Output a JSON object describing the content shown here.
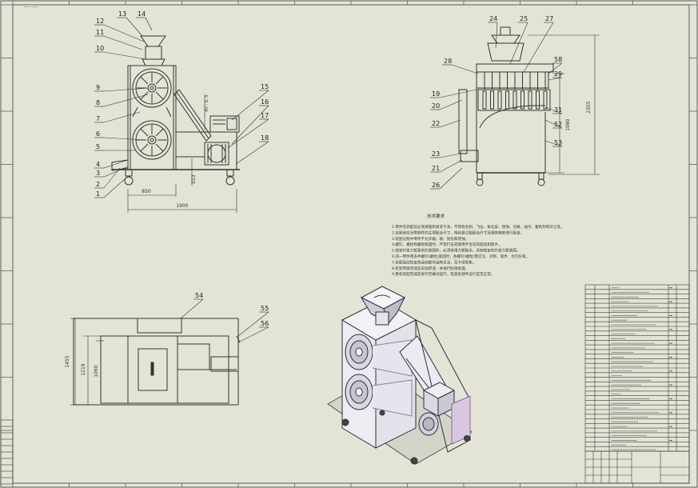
{
  "sheet": {
    "background": "#e4e4d6",
    "line_color": "#3a3a3a",
    "header_stamp": "—— ——"
  },
  "front_view": {
    "balloons": [
      "13",
      "14",
      "12",
      "11",
      "10",
      "9",
      "8",
      "7",
      "6",
      "5",
      "4",
      "3",
      "2",
      "1",
      "15",
      "16",
      "17",
      "18"
    ],
    "dim_width": "850",
    "dim_overall": "1900",
    "dim_height_small": "553",
    "dim_vertical": "45°, 6, 5"
  },
  "side_view": {
    "balloons": [
      "24",
      "25",
      "27",
      "28",
      "58",
      "19",
      "29",
      "20",
      "31",
      "22",
      "52",
      "53",
      "23",
      "21",
      "26"
    ],
    "dim_height": "1980",
    "dim_total": "2355"
  },
  "top_view": {
    "balloons": [
      "54",
      "55",
      "56"
    ],
    "dim_depth": "1455",
    "dim_inner_a": "1219",
    "dim_inner_b": "1060"
  },
  "tech_notes": {
    "title": "技术要求",
    "lines": [
      "1.零件在装配前必须清理和清洗干净，不得有毛刺、飞边、氧化皮、锈蚀、切屑、油污、着色剂和灰尘等。",
      "2.装配前应对零部件的主要配合尺寸，特别是过盈配合尺寸及相关精度进行复查。",
      "3.装配过程中零件不允许磕、碰、划伤和锈蚀。",
      "4.螺钉、螺栓和螺母紧固时，严禁打击或使用不合适的旋具和扳手。",
      "5.规定拧紧力矩要求的紧固件，必须采用力矩扳手，并按规定的拧紧力矩紧固。",
      "6.同一零件用多件螺钉(螺栓)紧固时，各螺钉(螺栓)需交叉、对称、逐步、均匀拧紧。",
      "7.装配后应检查各运动部件运转灵活，无卡滞现象。",
      "8.机架焊接完成后去除焊渣，并进行防锈处理。",
      "9.整机装配完成后进行空载试运行，检查各部件运行是否正常。"
    ]
  },
  "bom_table": {
    "rows": 36,
    "columns": 5
  },
  "title_block": {
    "rows": 4
  }
}
